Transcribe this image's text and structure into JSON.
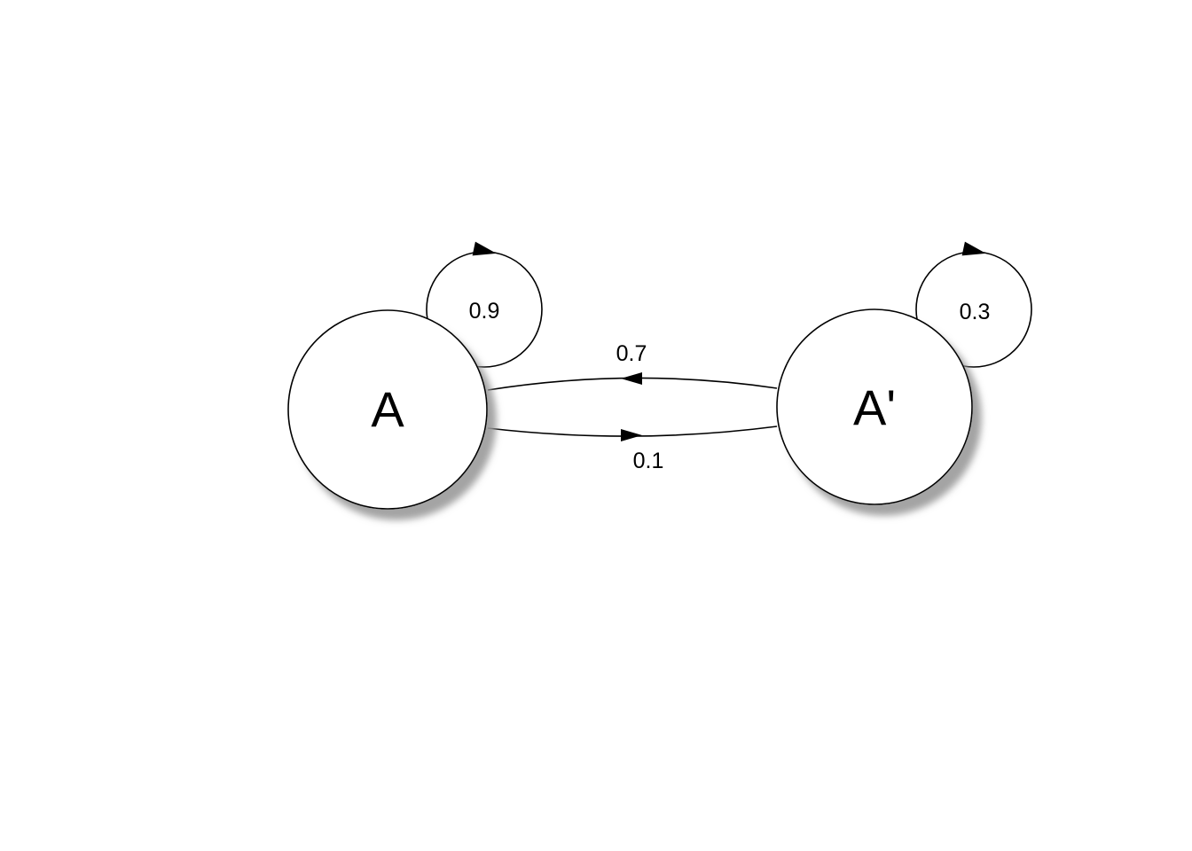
{
  "diagram": {
    "type": "state-transition-diagram",
    "background_color": "#ffffff",
    "colors": {
      "node_fill": "#ffffff",
      "stroke": "#000000",
      "shadow": "#9a9a9a"
    },
    "nodes": [
      {
        "id": "A",
        "label": "A"
      },
      {
        "id": "A_prime",
        "label": "A'"
      }
    ],
    "edges": [
      {
        "from": "A",
        "to": "A",
        "label": "0.9",
        "type": "self-loop"
      },
      {
        "from": "A_prime",
        "to": "A_prime",
        "label": "0.3",
        "type": "self-loop"
      },
      {
        "from": "A_prime",
        "to": "A",
        "label": "0.7",
        "type": "arc"
      },
      {
        "from": "A",
        "to": "A_prime",
        "label": "0.1",
        "type": "arc"
      }
    ]
  }
}
